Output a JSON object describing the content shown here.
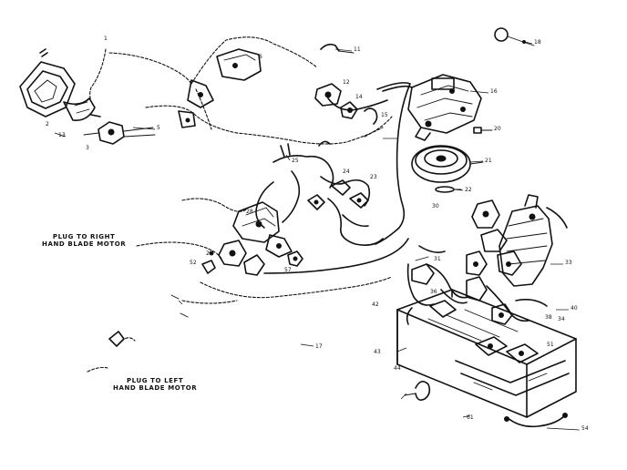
{
  "labels": {
    "plug_right": "PLUG TO RIGHT\nHAND BLADE MOTOR",
    "plug_left": "PLUG TO LEFT\nHAND BLADE MOTOR"
  },
  "callouts": [
    {
      "id": "c-1",
      "text": "1"
    },
    {
      "id": "c-2",
      "text": "2"
    },
    {
      "id": "c-3",
      "text": "3"
    },
    {
      "id": "c-5",
      "text": "5"
    },
    {
      "id": "c-6",
      "text": "6"
    },
    {
      "id": "c-11",
      "text": "11"
    },
    {
      "id": "c-12",
      "text": "12"
    },
    {
      "id": "c-13",
      "text": "13"
    },
    {
      "id": "c-14",
      "text": "14"
    },
    {
      "id": "c-15",
      "text": "15"
    },
    {
      "id": "c-16",
      "text": "16"
    },
    {
      "id": "c-17",
      "text": "17"
    },
    {
      "id": "c-18",
      "text": "18"
    },
    {
      "id": "c-20",
      "text": "20"
    },
    {
      "id": "c-21",
      "text": "21"
    },
    {
      "id": "c-22",
      "text": "22"
    },
    {
      "id": "c-23",
      "text": "23"
    },
    {
      "id": "c-24",
      "text": "24"
    },
    {
      "id": "c-25",
      "text": "25"
    },
    {
      "id": "c-26",
      "text": "26"
    },
    {
      "id": "c-28",
      "text": "28"
    },
    {
      "id": "c-30",
      "text": "30"
    },
    {
      "id": "c-31",
      "text": "31"
    },
    {
      "id": "c-33",
      "text": "33"
    },
    {
      "id": "c-34",
      "text": "34"
    },
    {
      "id": "c-36",
      "text": "36"
    },
    {
      "id": "c-38",
      "text": "38"
    },
    {
      "id": "c-40",
      "text": "40"
    },
    {
      "id": "c-42",
      "text": "42"
    },
    {
      "id": "c-43",
      "text": "43"
    },
    {
      "id": "c-44",
      "text": "44"
    },
    {
      "id": "c-51",
      "text": "51"
    },
    {
      "id": "c-52",
      "text": "52"
    },
    {
      "id": "c-54",
      "text": "54"
    },
    {
      "id": "c-57",
      "text": "57"
    },
    {
      "id": "c-61",
      "text": "61"
    }
  ]
}
